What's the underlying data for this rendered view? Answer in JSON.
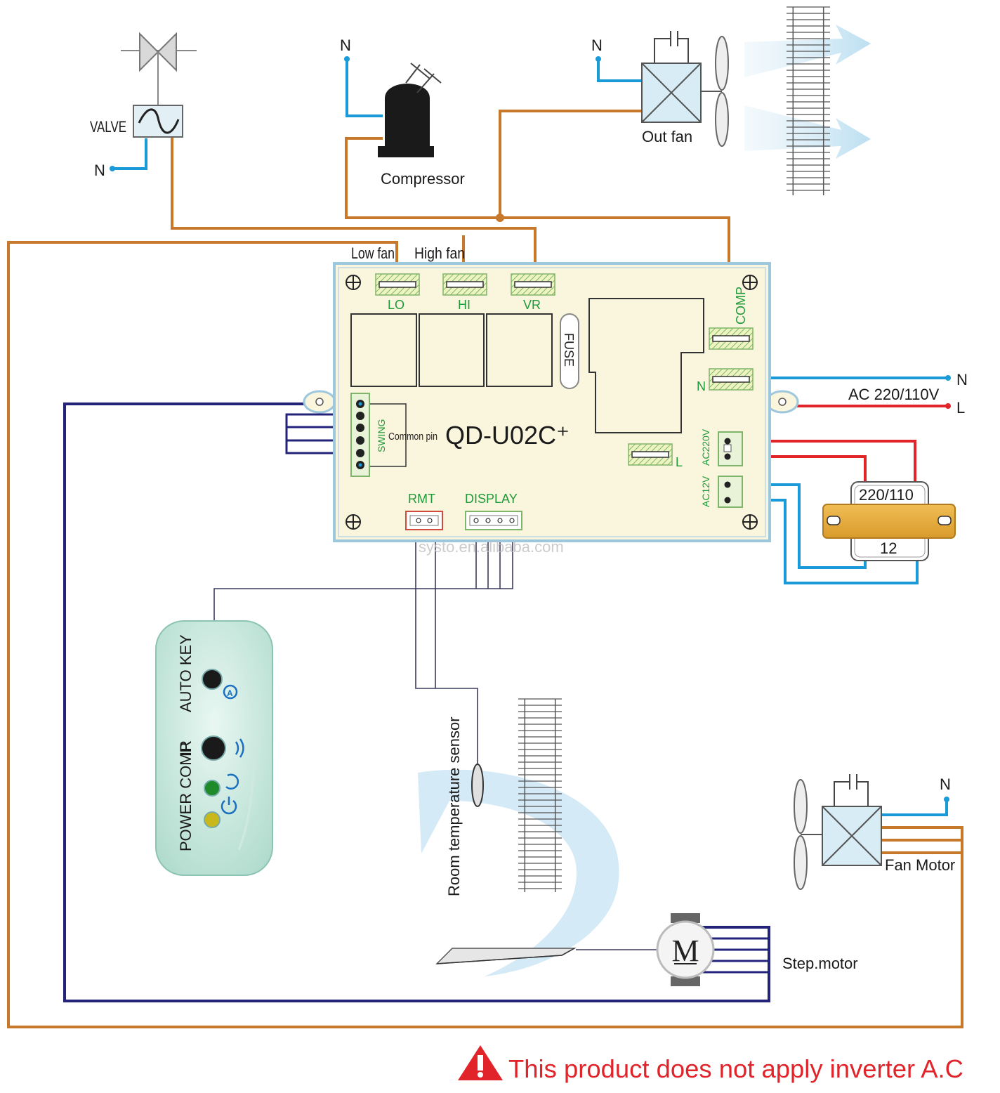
{
  "labels": {
    "valve": "VALVE",
    "n_valve": "N",
    "n_compressor": "N",
    "n_outfan": "N",
    "compressor": "Compressor",
    "out_fan": "Out fan",
    "low_fan": "Low fan",
    "high_fan": "High fan",
    "model": "QD-U02C⁺",
    "lo": "LO",
    "hi": "HI",
    "vr": "VR",
    "fuse": "FUSE",
    "comp": "COMP",
    "n_terminal": "N",
    "l_terminal": "L",
    "swing": "SWING",
    "common_pin": "Common pin",
    "rmt": "RMT",
    "display": "DISPLAY",
    "ac220v": "AC220V",
    "ac12v": "AC12V",
    "ac_supply": "AC 220/110V",
    "n_supply": "N",
    "l_supply": "L",
    "transformer_primary": "220/110",
    "transformer_secondary": "12",
    "watermark": "systo.en.alibaba.com",
    "auto_key": "AUTO KEY",
    "ir": "IR",
    "power_comp": "POWER COMP",
    "room_sensor": "Room temperature sensor",
    "n_fanmotor": "N",
    "fan_motor": "Fan Motor",
    "step_motor": "Step.motor",
    "motor_letter": "M",
    "warning": "This product does not apply inverter A.C"
  },
  "colors": {
    "orange_wire": "#c8782a",
    "blue_wire": "#1a9ad6",
    "red_wire": "#e0242a",
    "navy_wire": "#24237a",
    "pcb_fill": "#faf5dd",
    "pcb_border": "#9cc7dc",
    "pcb_text": "#1f9a3a",
    "warning_red": "#e0242a"
  }
}
